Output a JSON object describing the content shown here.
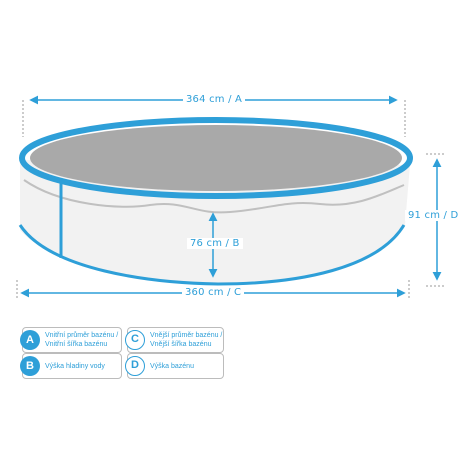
{
  "colors": {
    "accent": "#2e9fd8",
    "pool_floor": "#a9a9a9",
    "pool_wall": "#f2f2f2",
    "legend_border": "#bcbcbc"
  },
  "dimensions": {
    "A": "364 cm / A",
    "B": "76 cm / B",
    "C": "360 cm / C",
    "D": "91 cm / D"
  },
  "legend": [
    {
      "badge": "A",
      "line1": "Vnitřní průměr bazénu /",
      "line2": "Vnitřní šířka bazénu"
    },
    {
      "badge": "C",
      "line1": "Vnější průměr bazénu /",
      "line2": "Vnější šířka bazénu"
    },
    {
      "badge": "B",
      "line1": "Výška hladiny vody",
      "line2": ""
    },
    {
      "badge": "D",
      "line1": "Výška bazénu",
      "line2": ""
    }
  ]
}
